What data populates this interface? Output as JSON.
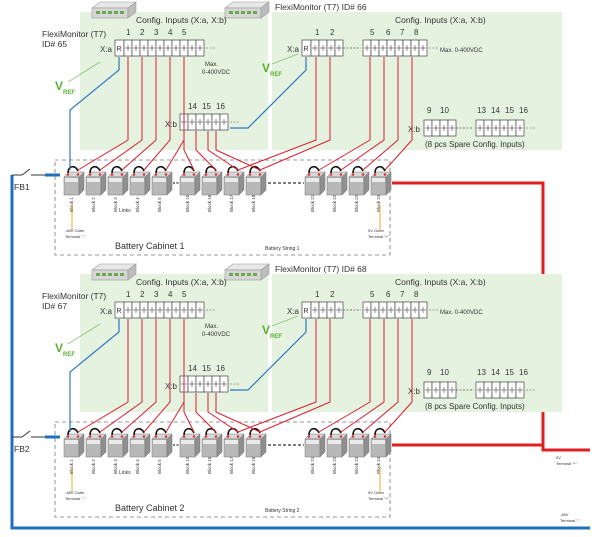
{
  "colors": {
    "panel": "#e4f2df",
    "wire_red": "#d92030",
    "wire_blue": "#2f78c0",
    "vref_green": "#5ab030",
    "bus_red": "#e02020",
    "bus_blue": "#1f6fbf"
  },
  "icons": {
    "monitor": "flexi-monitor-device-icon",
    "battery": "battery-block-icon",
    "fuse": "fuse-switch-icon"
  },
  "top": {
    "monitor_a": {
      "title": "FlexiMonitor (T7)",
      "id": "ID# 65"
    },
    "monitor_b": {
      "title": "FlexiMonitor (T7) ID# 66"
    },
    "config_a": "Config. Inputs (X:a, X:b)",
    "config_b": "Config. Inputs (X:a, X:b)",
    "xa": "X:a",
    "xb": "X:b",
    "r": "R",
    "max_a": "Max.",
    "max_a2": "0-400VDC",
    "max_b": "Max. 0-400VDC",
    "vref_v": "V",
    "vref_sub": "REF",
    "nums_a": [
      "1",
      "2",
      "3",
      "4",
      "5"
    ],
    "nums_xb_a": [
      "14",
      "15",
      "16"
    ],
    "nums_b": [
      "1",
      "2",
      "5",
      "6",
      "7",
      "8"
    ],
    "spare_nums": [
      "9",
      "10",
      "13",
      "14",
      "15",
      "16"
    ],
    "spare": "(8 pcs Spare Config. Inputs)",
    "fb": "FB1",
    "cabinet": "Battery Cabinet 1",
    "string": "Battery String 1",
    "blocks_left": [
      "Block 1",
      "Block 2",
      "Block 3",
      "Block 4",
      "Block 5"
    ],
    "blocks_mid": [
      "Block 15",
      "Block 16",
      "Block 17",
      "Block 18"
    ],
    "blocks_right": [
      "Block 21",
      "Block 22",
      "Block 23",
      "Block 24"
    ],
    "links": "Links",
    "outer_neg": [
      "-48V Outer",
      "Terminal \"-\""
    ],
    "outer_pos": [
      "0V Outer",
      "Terminal \"+\""
    ]
  },
  "bottom": {
    "monitor_a": {
      "title": "FlexiMonitor (T7)",
      "id": "ID# 67"
    },
    "monitor_b": {
      "title": "FlexiMonitor (T7) ID# 68"
    },
    "config_a": "Config. Inputs (X:a, X:b)",
    "config_b": "Config. Inputs (X:a, X:b)",
    "xa": "X:a",
    "xb": "X:b",
    "r": "R",
    "max_a": "Max.",
    "max_a2": "0-400VDC",
    "max_b": "Max. 0-400VDC",
    "vref_v": "V",
    "vref_sub": "REF",
    "nums_a": [
      "1",
      "2",
      "3",
      "4",
      "5"
    ],
    "nums_xb_a": [
      "14",
      "15",
      "16"
    ],
    "nums_b": [
      "1",
      "2",
      "5",
      "6",
      "7",
      "8"
    ],
    "spare_nums": [
      "9",
      "10",
      "13",
      "14",
      "15",
      "16"
    ],
    "spare": "(8 pcs Spare Config. Inputs)",
    "fb": "FB2",
    "cabinet": "Battery Cabinet 2",
    "string": "Battery String 2",
    "blocks_left": [
      "Block 1",
      "Block 2",
      "Block 3",
      "Block 4",
      "Block 5"
    ],
    "blocks_mid": [
      "Block 15",
      "Block 16",
      "Block 17",
      "Block 18"
    ],
    "blocks_right": [
      "Block 21",
      "Block 22",
      "Block 23",
      "Block 24"
    ],
    "links": "Links",
    "outer_neg": [
      "-48V Outer",
      "Terminal \"-\""
    ],
    "outer_pos": [
      "0V Outer",
      "Terminal \"+\""
    ]
  },
  "outputs": {
    "pos": [
      "0V",
      "Terminal \"+\""
    ],
    "neg": [
      "-48V",
      "Terminal \"-\""
    ]
  }
}
